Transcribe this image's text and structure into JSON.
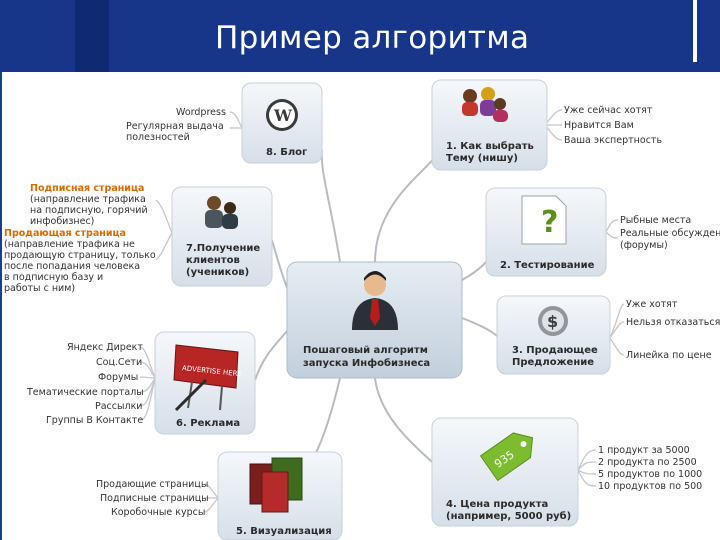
{
  "slide": {
    "title": "Пример алгоритма"
  },
  "center": {
    "label_lines": [
      "Пошаговый алгоритм",
      "запуска Инфобизнеса"
    ]
  },
  "nodes": {
    "n1": {
      "lines": [
        "1. Как выбрать",
        "Тему (нишу)"
      ],
      "leaves": [
        "Уже сейчас хотят",
        "Нравится Вам",
        "Ваша экспертность"
      ]
    },
    "n2": {
      "lines": [
        "2. Тестирование"
      ],
      "leaves": [
        "Рыбные места",
        "Реальные обсуждения",
        "(форумы)"
      ]
    },
    "n3": {
      "lines": [
        "3. Продающее",
        "Предложение"
      ],
      "leaves": [
        "Уже хотят",
        "Нельзя отказаться",
        "Линейка по цене"
      ]
    },
    "n4": {
      "lines": [
        "4. Цена продукта",
        "(например, 5000 руб)"
      ],
      "leaves": [
        "1 продукт за 5000",
        "2 продукта по 2500",
        "5 продуктов по 1000",
        "10 продуктов по 500"
      ]
    },
    "n5": {
      "lines": [
        "5. Визуализация"
      ],
      "leaves": [
        "Продающие страницы",
        "Подписные страницы",
        "Коробочные курсы"
      ]
    },
    "n6": {
      "lines": [
        "6. Реклама"
      ],
      "leaves": [
        "Яндекс Директ",
        "Соц.Сети",
        "Форумы",
        "Тематические порталы",
        "Рассылки",
        "Группы В Контакте"
      ]
    },
    "n7": {
      "lines": [
        "7.Получение",
        "клиентов",
        "(учеников)"
      ],
      "leaves": [
        "Подписная страница",
        "(направление трафика",
        "на подписную, горячий",
        "инфобизнес)",
        "Продающая страница",
        "(направление трафика не",
        "продающую страницу, только",
        "после попадания человека",
        "в подписную базу и",
        "работы с ним)"
      ]
    },
    "n8": {
      "lines": [
        "8. Блог"
      ],
      "leaves": [
        "Wordpress",
        "Регулярная выдача",
        "полезностей"
      ]
    }
  },
  "price_tag": {
    "text": "935"
  },
  "billboard": {
    "text": "ADVERTISE HERE"
  },
  "colors": {
    "header": "#17368a",
    "highlight": "#d86a00",
    "branch": "#b8bcc2",
    "box_top": "#f4f7fb",
    "box_bottom": "#d8e1ea"
  }
}
